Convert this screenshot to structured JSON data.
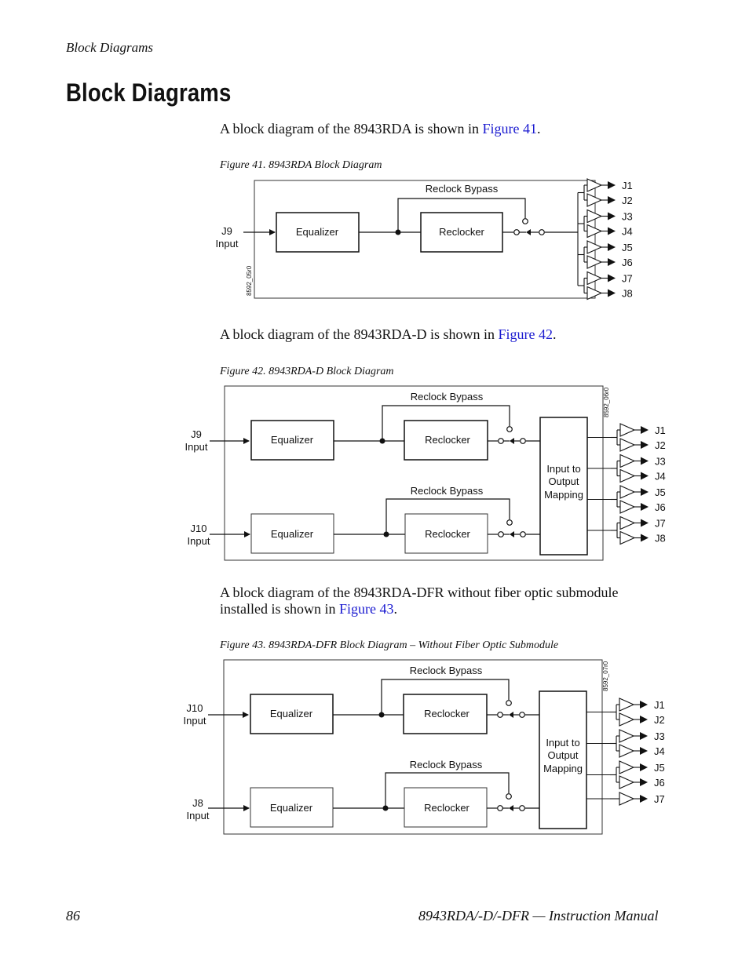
{
  "header": {
    "running_head": "Block Diagrams"
  },
  "title": "Block Diagrams",
  "paragraphs": {
    "p1": {
      "before": "A block diagram of the 8943RDA is shown in ",
      "link": "Figure 41",
      "after": "."
    },
    "p2": {
      "before": "A block diagram of the 8943RDA-D is shown in ",
      "link": "Figure 42",
      "after": "."
    },
    "p3": {
      "before": "A block diagram of the 8943RDA-DFR without fiber optic submodule installed is shown in ",
      "link": "Figure 43",
      "after": "."
    }
  },
  "figures": {
    "fig41": {
      "caption": "Figure 41.  8943RDA Block Diagram",
      "code": "8592_05r0",
      "input": [
        "J9",
        "Input"
      ],
      "equalizer": "Equalizer",
      "reclocker": "Reclocker",
      "bypass": "Reclock Bypass",
      "outputs": [
        "J1",
        "J2",
        "J3",
        "J4",
        "J5",
        "J6",
        "J7",
        "J8"
      ]
    },
    "fig42": {
      "caption": "Figure 42.  8943RDA-D Block Diagram",
      "code": "8592_06r0",
      "channels": [
        {
          "input": [
            "J9",
            "Input"
          ],
          "equalizer": "Equalizer",
          "reclocker": "Reclocker",
          "bypass": "Reclock Bypass"
        },
        {
          "input": [
            "J10",
            "Input"
          ],
          "equalizer": "Equalizer",
          "reclocker": "Reclocker",
          "bypass": "Reclock Bypass"
        }
      ],
      "mapping": [
        "Input to",
        "Output",
        "Mapping"
      ],
      "outputs": [
        "J1",
        "J2",
        "J3",
        "J4",
        "J5",
        "J6",
        "J7",
        "J8"
      ]
    },
    "fig43": {
      "caption": "Figure 43.  8943RDA-DFR Block Diagram – Without Fiber Optic Submodule",
      "code": "8592_07r0",
      "channels": [
        {
          "input": [
            "J10",
            "Input"
          ],
          "equalizer": "Equalizer",
          "reclocker": "Reclocker",
          "bypass": "Reclock Bypass"
        },
        {
          "input": [
            "J8",
            "Input"
          ],
          "equalizer": "Equalizer",
          "reclocker": "Reclocker",
          "bypass": "Reclock Bypass"
        }
      ],
      "mapping": [
        "Input to",
        "Output",
        "Mapping"
      ],
      "outputs": [
        "J1",
        "J2",
        "J3",
        "J4",
        "J5",
        "J6",
        "J7"
      ]
    }
  },
  "footer": {
    "page_number": "86",
    "manual": "8943RDA/-D/-DFR  — Instruction Manual"
  },
  "colors": {
    "link": "#1a1ad0",
    "ink": "#111111"
  }
}
